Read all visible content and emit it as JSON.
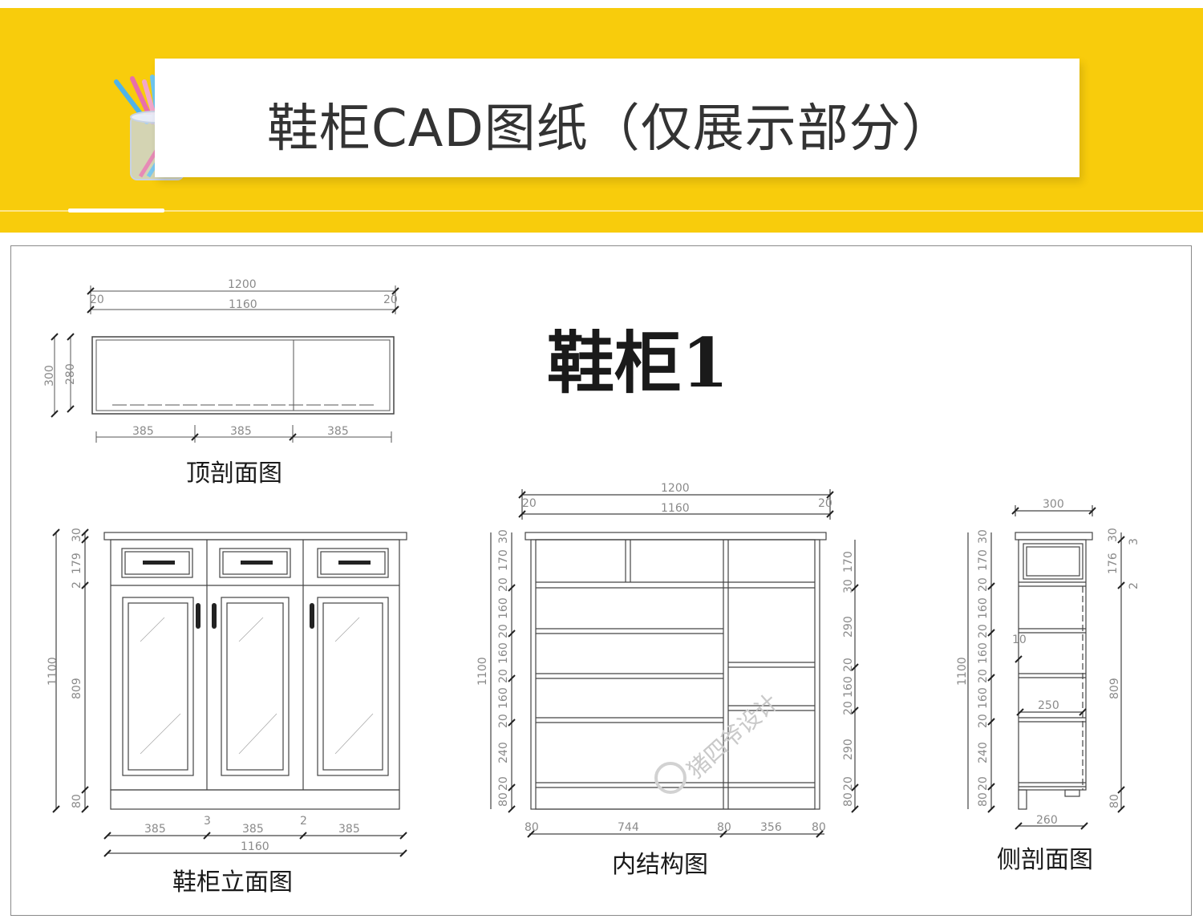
{
  "header": {
    "title": "鞋柜CAD图纸（仅展示部分）",
    "accent_color": "#f8cc0c",
    "icon": "pen-holder-icon"
  },
  "drawing": {
    "heading": "鞋柜1",
    "top_section": {
      "caption": "顶剖面图",
      "dims": {
        "overall": "1200",
        "inner": "1160",
        "left_end": "20",
        "right_end": "20",
        "height_outer": "300",
        "height_inner": "280",
        "bay1": "385",
        "bay2": "385",
        "bay3": "385"
      }
    },
    "elevation": {
      "caption": "鞋柜立面图",
      "dims": {
        "total_height": "1100",
        "top": "30",
        "drawer": "179",
        "gap": "2",
        "door": "809",
        "base": "80",
        "w1": "385",
        "w2": "385",
        "w3": "385",
        "gap1": "3",
        "gap2": "2",
        "bottom_total": "1160"
      }
    },
    "interior": {
      "caption": "内结构图",
      "dims": {
        "overall": "1200",
        "inner": "1160",
        "left_end": "20",
        "right_end": "20",
        "total_height": "1100",
        "left_stack": [
          "30",
          "170",
          "20",
          "160",
          "20",
          "160",
          "20",
          "160",
          "20",
          "240",
          "20",
          "80"
        ],
        "right_stack": [
          "170",
          "30",
          "290",
          "20",
          "160",
          "20",
          "290",
          "20",
          "80"
        ],
        "bottom": [
          "80",
          "744",
          "80",
          "356",
          "80"
        ]
      }
    },
    "side_section": {
      "caption": "侧剖面图",
      "dims": {
        "depth": "300",
        "inner_depth": "250",
        "base_depth": "260",
        "back_gap": "10",
        "total_height": "1100",
        "left_stack": [
          "30",
          "170",
          "20",
          "160",
          "20",
          "160",
          "20",
          "160",
          "20",
          "240",
          "20",
          "80"
        ],
        "right_top": "30",
        "right_small": "3",
        "right_drawer": "176",
        "right_gap": "2",
        "right_door": "809",
        "right_base": "80"
      }
    },
    "watermark": "猪四爷设计"
  }
}
